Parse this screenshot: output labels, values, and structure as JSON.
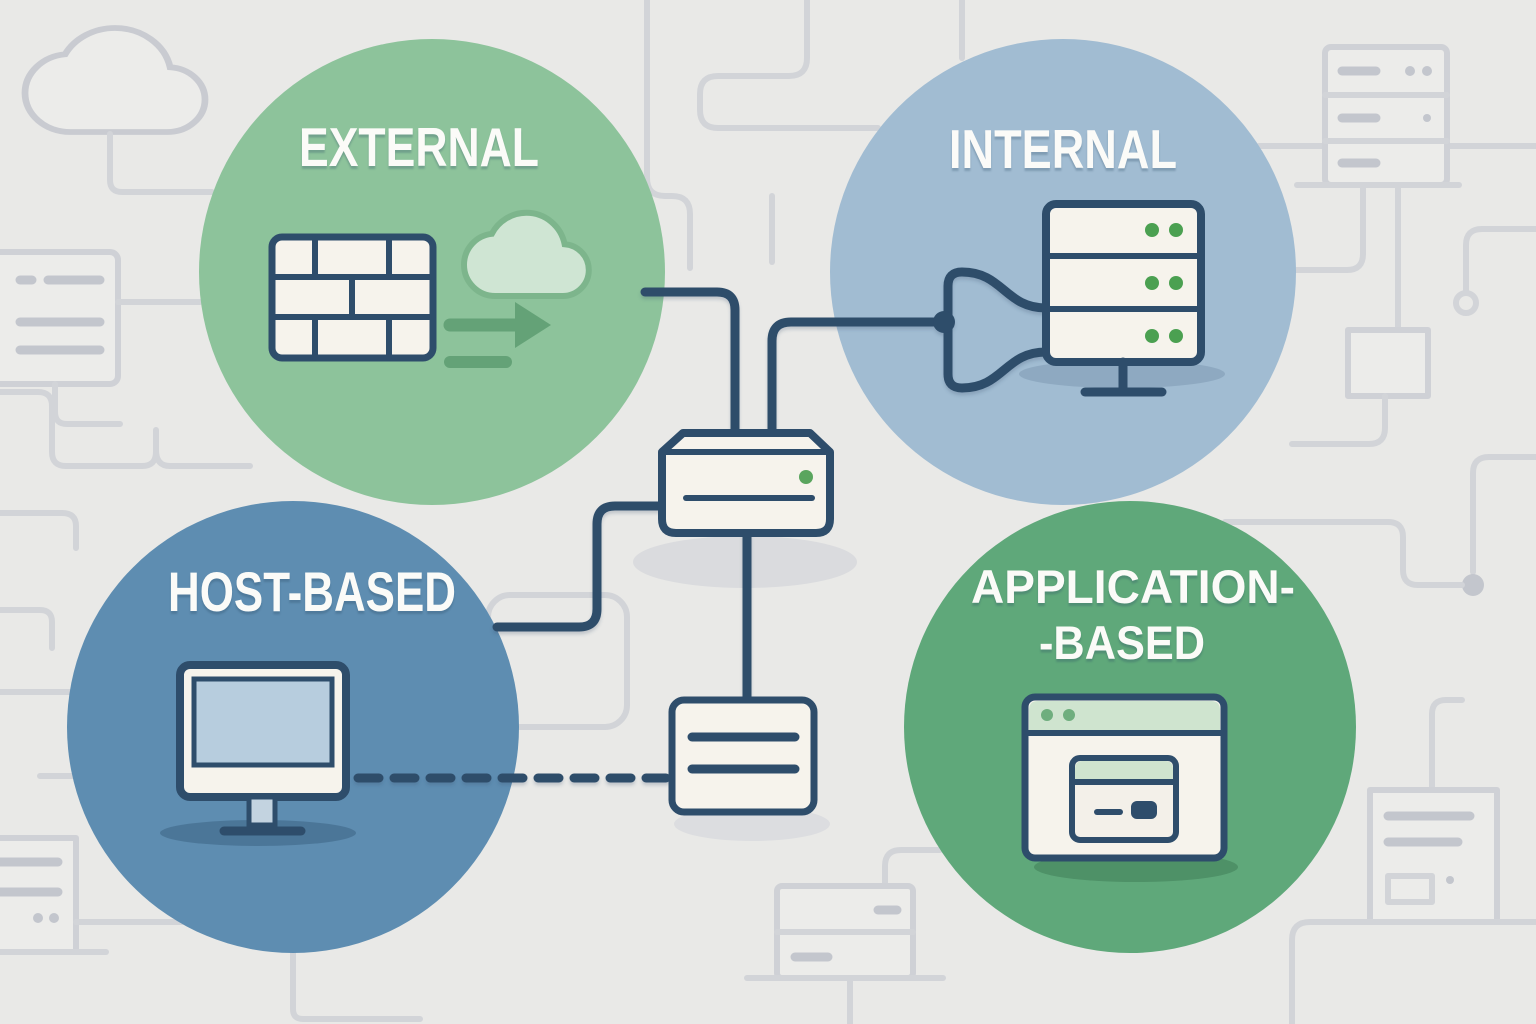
{
  "diagram": {
    "nodes": [
      {
        "id": "external",
        "label": "EXTERNAL",
        "icons": [
          "firewall-brick-wall-icon",
          "cloud-icon",
          "arrow-right-icon"
        ],
        "color": "#8dc39b"
      },
      {
        "id": "internal",
        "label": "INTERNAL",
        "icons": [
          "server-rack-icon"
        ],
        "color": "#a1bcd2"
      },
      {
        "id": "host",
        "label": "HOST-BASED",
        "icons": [
          "desktop-monitor-icon"
        ],
        "color": "#5e8db1"
      },
      {
        "id": "application",
        "label_line1": "APPLICATION-",
        "label_line2": "-BASED",
        "icons": [
          "browser-window-icon"
        ],
        "color": "#5fa87a"
      }
    ],
    "center": {
      "devices": [
        "router-icon",
        "firewall-appliance-icon"
      ],
      "links": [
        "external-circle to router (solid elbow line)",
        "router to internal server (solid line with junction node and fork)",
        "router to host-based circle (solid elbow line)",
        "router to firewall appliance (solid vertical line)",
        "host monitor to firewall appliance (dashed line)"
      ]
    }
  },
  "colors": {
    "background": "#e9e9e7",
    "decoration_gray": "#d2d4d8",
    "external_circle": "#8dc39b",
    "internal_circle": "#a1bcd2",
    "host_circle": "#5e8db1",
    "application_circle": "#5fa87a",
    "outline_navy": "#2e4d6b",
    "icon_fill": "#f6f3ec",
    "status_green": "#4ba051",
    "cloud_fill": "#cfe5d3",
    "cloud_stroke": "#7db58c",
    "arrow_green": "#64a277",
    "screen_blue": "#b7cdde",
    "titlebar_green": "#cfe4cf",
    "label_white": "#fbfbf8"
  }
}
